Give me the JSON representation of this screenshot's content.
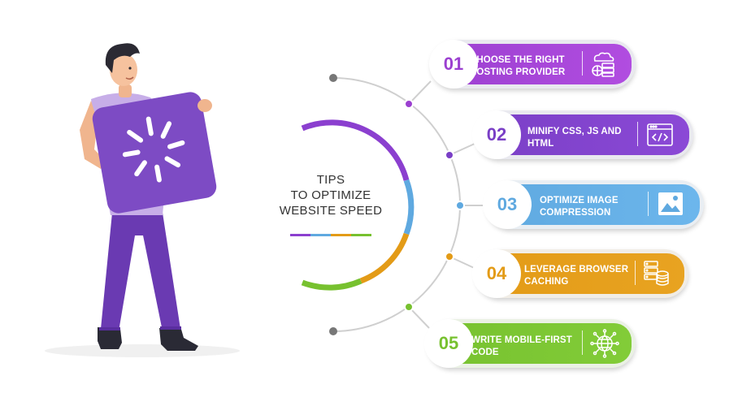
{
  "center_title": {
    "line1": "TIPS",
    "line2": "TO OPTIMIZE",
    "line3": "WEBSITE SPEED"
  },
  "colors": {
    "purple_1": "#9b3fd0",
    "purple_2": "#7a3fc6",
    "blue": "#5fa9e0",
    "orange": "#e39b17",
    "green": "#77c12f",
    "arc_gray": "#c9c9c9",
    "illustration_purple": "#7d4bc4"
  },
  "tips": [
    {
      "number": "01",
      "line1": "CHOOSE THE RIGHT",
      "line2": "HOSTING PROVIDER",
      "icon": "server-cloud-icon"
    },
    {
      "number": "02",
      "line1": "MINIFY CSS, JS  AND",
      "line2": "HTML",
      "icon": "code-window-icon"
    },
    {
      "number": "03",
      "line1": "OPTIMIZE IMAGE",
      "line2": "COMPRESSION",
      "icon": "image-icon"
    },
    {
      "number": "04",
      "line1": "LEVERAGE BROWSER",
      "line2": "CACHING",
      "icon": "database-cache-icon"
    },
    {
      "number": "05",
      "line1": "WRITE MOBILE-FIRST",
      "line2": "CODE",
      "icon": "globe-network-icon"
    }
  ]
}
